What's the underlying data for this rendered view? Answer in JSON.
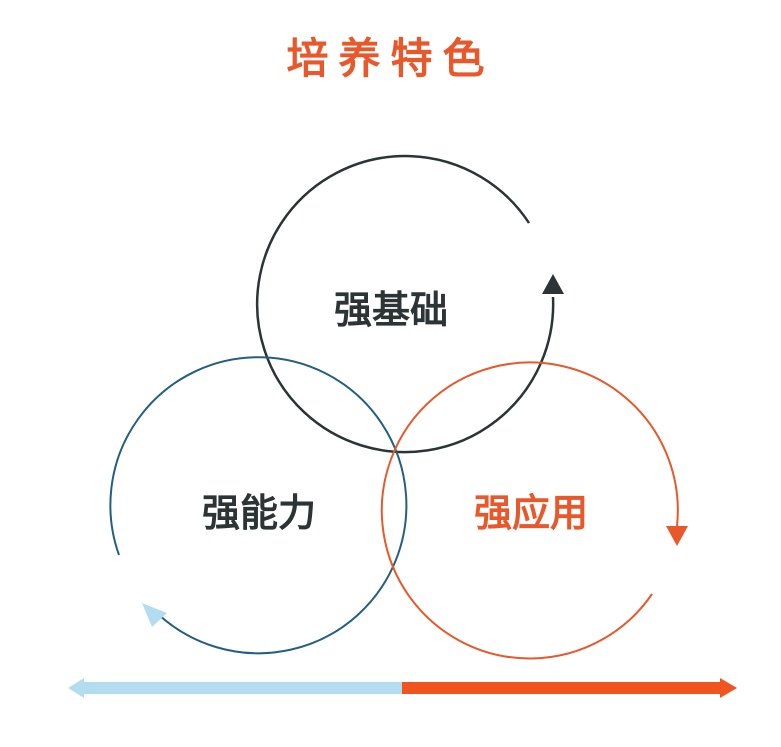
{
  "title": "培养特色",
  "colors": {
    "title": "#e8582a",
    "dark": "#2d3436",
    "blue_circle": "#245f82",
    "orange": "#e8582a",
    "light_blue": "#b3dcf0",
    "bar_orange": "#f0541f"
  },
  "circles": {
    "top": {
      "label": "强基础"
    },
    "left": {
      "label": "强能力"
    },
    "right": {
      "label": "强应用"
    }
  }
}
